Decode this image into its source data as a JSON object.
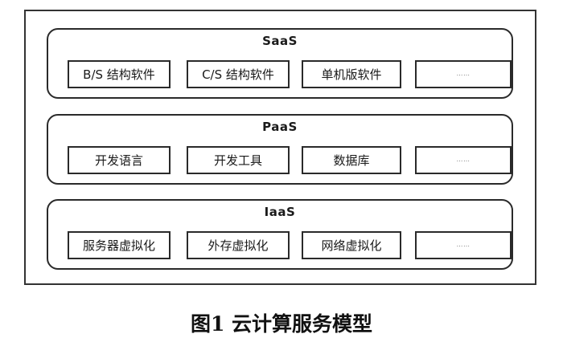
{
  "diagram": {
    "layers": [
      {
        "title": "SaaS",
        "items": [
          "B/S 结构软件",
          "C/S 结构软件",
          "单机版软件",
          "……"
        ]
      },
      {
        "title": "PaaS",
        "items": [
          "开发语言",
          "开发工具",
          "数据库",
          "……"
        ]
      },
      {
        "title": "IaaS",
        "items": [
          "服务器虚拟化",
          "外存虚拟化",
          "网络虚拟化",
          "……"
        ]
      }
    ]
  },
  "caption": "图1  云计算服务模型",
  "colors": {
    "border": "#2a2a2a",
    "background": "#ffffff",
    "text": "#1a1a1a"
  }
}
